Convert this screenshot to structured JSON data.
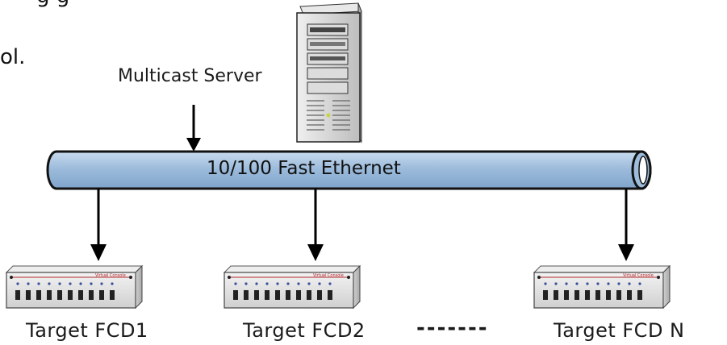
{
  "diagram": {
    "top_fragment_text": "g                    g",
    "left_fragment_text": "ol.",
    "server_label": "Multicast Server",
    "network_label": "10/100 Fast Ethernet",
    "device_brand": "Virtual Console",
    "targets": [
      "Target FCD1",
      "Target FCD2",
      "Target FCD N"
    ],
    "ellipsis": "-------"
  },
  "colors": {
    "pipe_fill": "#9dbcdc",
    "pipe_stroke": "#111111",
    "server_body": "#d8d8d8",
    "device_body": "#dcdcdc",
    "device_accent": "#b3262b",
    "arrow": "#000000",
    "text": "#1a1a1a"
  },
  "icons": {
    "server": "server-tower-icon",
    "device": "kvm-switch-icon"
  }
}
